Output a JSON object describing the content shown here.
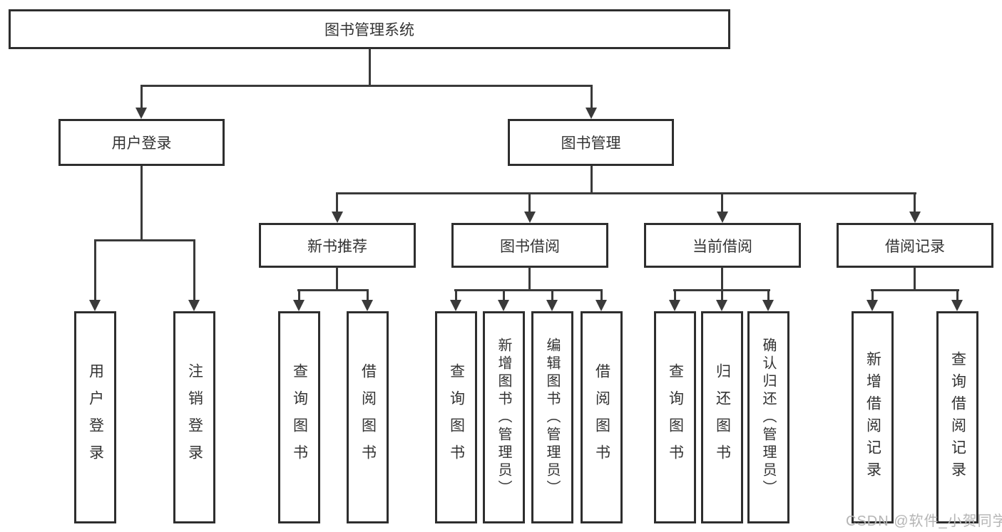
{
  "tree": {
    "root": "图书管理系统",
    "children": [
      {
        "label": "用户登录",
        "children": [
          "用户登录",
          "注销登录"
        ]
      },
      {
        "label": "图书管理",
        "children": [
          {
            "label": "新书推荐",
            "children": [
              "查询图书",
              "借阅图书"
            ]
          },
          {
            "label": "图书借阅",
            "children": [
              "查询图书",
              "新增图书（管理员）",
              "编辑图书（管理员）",
              "借阅图书"
            ]
          },
          {
            "label": "当前借阅",
            "children": [
              "查询图书",
              "归还图书",
              "确认归还（管理员）"
            ]
          },
          {
            "label": "借阅记录",
            "children": [
              "新增借阅记录",
              "查询借阅记录"
            ]
          }
        ]
      }
    ]
  },
  "watermark": "CSDN @软件_小贺同学",
  "colors": {
    "line": "#3a3a3a",
    "text": "#333333",
    "watermark": "#b5b5b5",
    "background": "#ffffff"
  }
}
